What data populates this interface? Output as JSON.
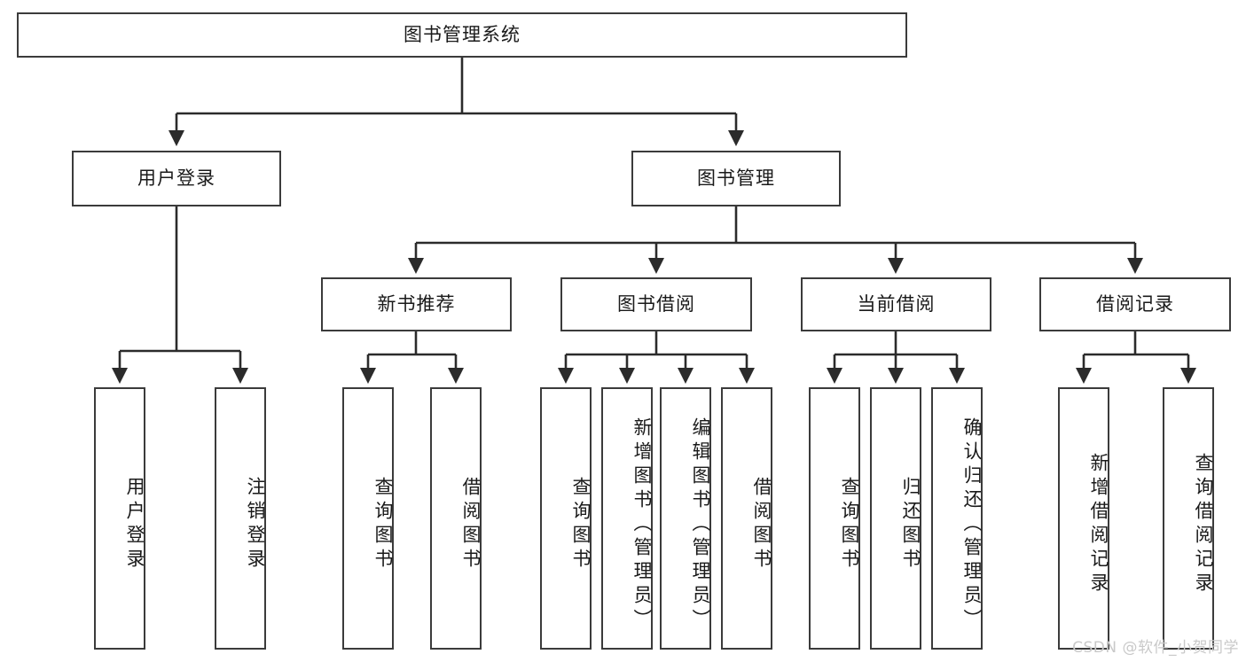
{
  "diagram": {
    "title": "图书管理系统",
    "type": "tree-hierarchy",
    "watermark": "CSDN @软件_小贺同学",
    "colors": {
      "box_border": "#3b3b3b",
      "box_fill": "#ffffff",
      "edge": "#2b2b2b",
      "text": "#1a1a1a",
      "watermark": "#c9c9c9"
    },
    "root": {
      "label": "图书管理系统"
    },
    "level2": [
      {
        "label": "用户登录"
      },
      {
        "label": "图书管理"
      }
    ],
    "level3": [
      {
        "label": "新书推荐"
      },
      {
        "label": "图书借阅"
      },
      {
        "label": "当前借阅"
      },
      {
        "label": "借阅记录"
      }
    ],
    "leaves": {
      "user_login": [
        {
          "label": "用户登录"
        },
        {
          "label": "注销登录"
        }
      ],
      "new_book_recommend": [
        {
          "label": "查询图书"
        },
        {
          "label": "借阅图书"
        }
      ],
      "book_borrow": [
        {
          "label": "查询图书"
        },
        {
          "label": "新增图书（管理员）"
        },
        {
          "label": "编辑图书（管理员）"
        },
        {
          "label": "借阅图书"
        }
      ],
      "current_borrow": [
        {
          "label": "查询图书"
        },
        {
          "label": "归还图书"
        },
        {
          "label": "确认归还（管理员）"
        }
      ],
      "borrow_records": [
        {
          "label": "新增借阅记录"
        },
        {
          "label": "查询借阅记录"
        }
      ]
    }
  }
}
